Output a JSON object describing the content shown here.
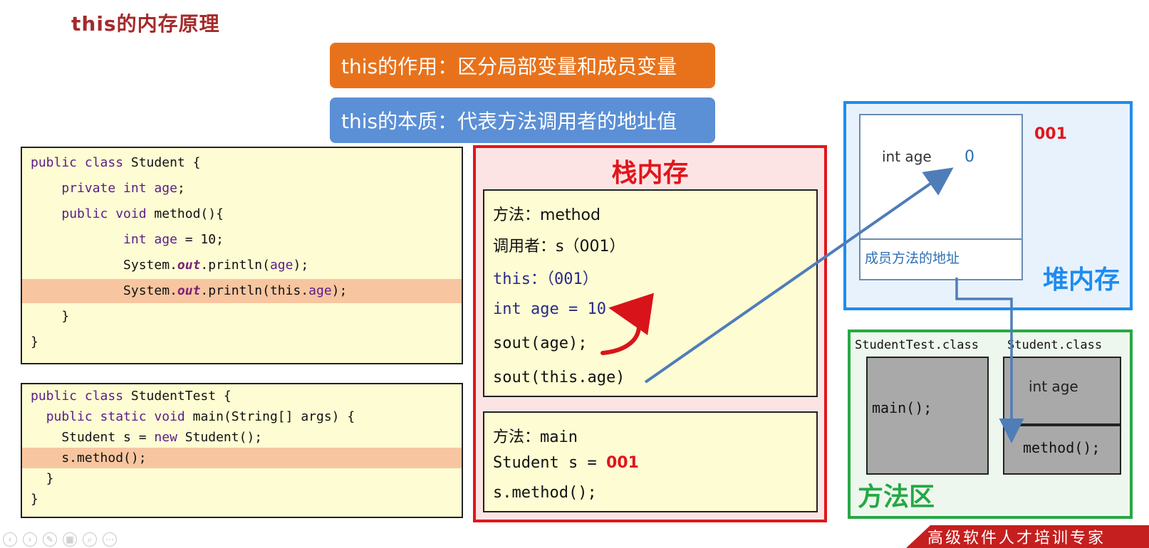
{
  "page": {
    "title": "this的内存原理",
    "role_label": "this的作用：区分局部变量和成员变量",
    "nature_label": "this的本质：代表方法调用者的地址值"
  },
  "code_student": {
    "lines": [
      "public class Student {",
      "    private int age;",
      "    public void method(){",
      "        int age = 10;",
      "        System.out.println(age);",
      "        System.out.println(this.age);",
      "    }",
      "}"
    ],
    "highlight_index": 5
  },
  "code_test": {
    "lines": [
      "public class StudentTest {",
      "  public static void main(String[] args) {",
      "    Student s = new Student();",
      "    s.method();",
      "  }",
      "}"
    ],
    "highlight_index": 3
  },
  "stack": {
    "title": "栈内存",
    "method_frame": {
      "method_line": "方法：method",
      "caller_line": "调用者：s（001）",
      "this_line": "this：（001）",
      "local_var_line": "int age = 10",
      "sout_age_line": "sout(age);",
      "sout_this_line": "sout(this.age)"
    },
    "main_frame": {
      "method_line": "方法：main",
      "decl_line": "Student s = ",
      "address": "001",
      "call_line": "s.method();"
    }
  },
  "heap": {
    "title": "堆内存",
    "address": "001",
    "field_label": "int age",
    "field_value": "0",
    "method_addr_label": "成员方法的地址"
  },
  "method_area": {
    "title": "方法区",
    "class_test_name": "StudentTest.class",
    "class_test_body": "main();",
    "class_student_name": "Student.class",
    "class_student_field": "int age",
    "class_student_method": "method();"
  },
  "footer": {
    "slogan": "高级软件人才培训专家"
  },
  "colors": {
    "title": "#a52a2a",
    "role_pill": "#e8721c",
    "nature_pill": "#5b8fd6",
    "stack_border": "#e0161d",
    "heap_border": "#1e8cef",
    "method_area_border": "#26a845",
    "arrow": "#4f7db8",
    "curve_arrow": "#d8141a"
  }
}
